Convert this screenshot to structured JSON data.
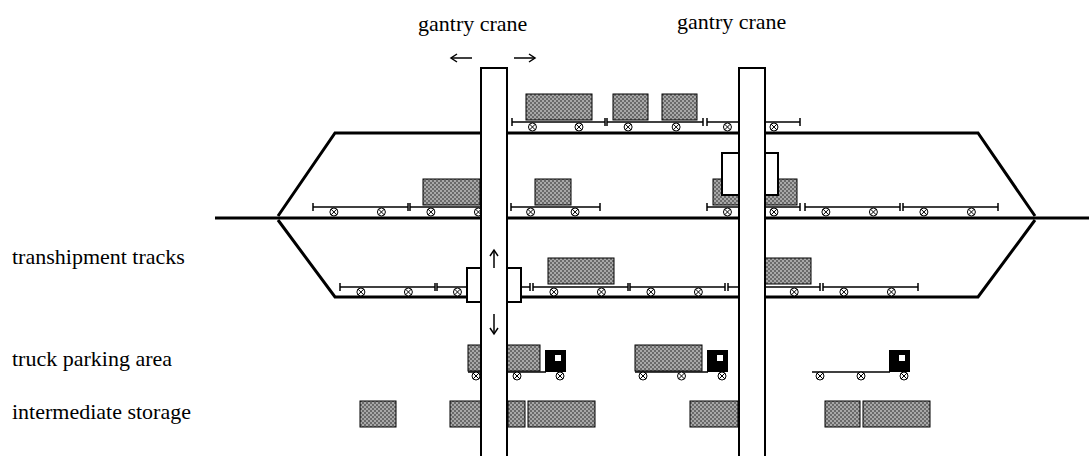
{
  "diagram": {
    "labels": [
      "gantry crane",
      "gantry crane",
      "transhipment tracks",
      "truck parking area",
      "intermediate storage"
    ]
  }
}
